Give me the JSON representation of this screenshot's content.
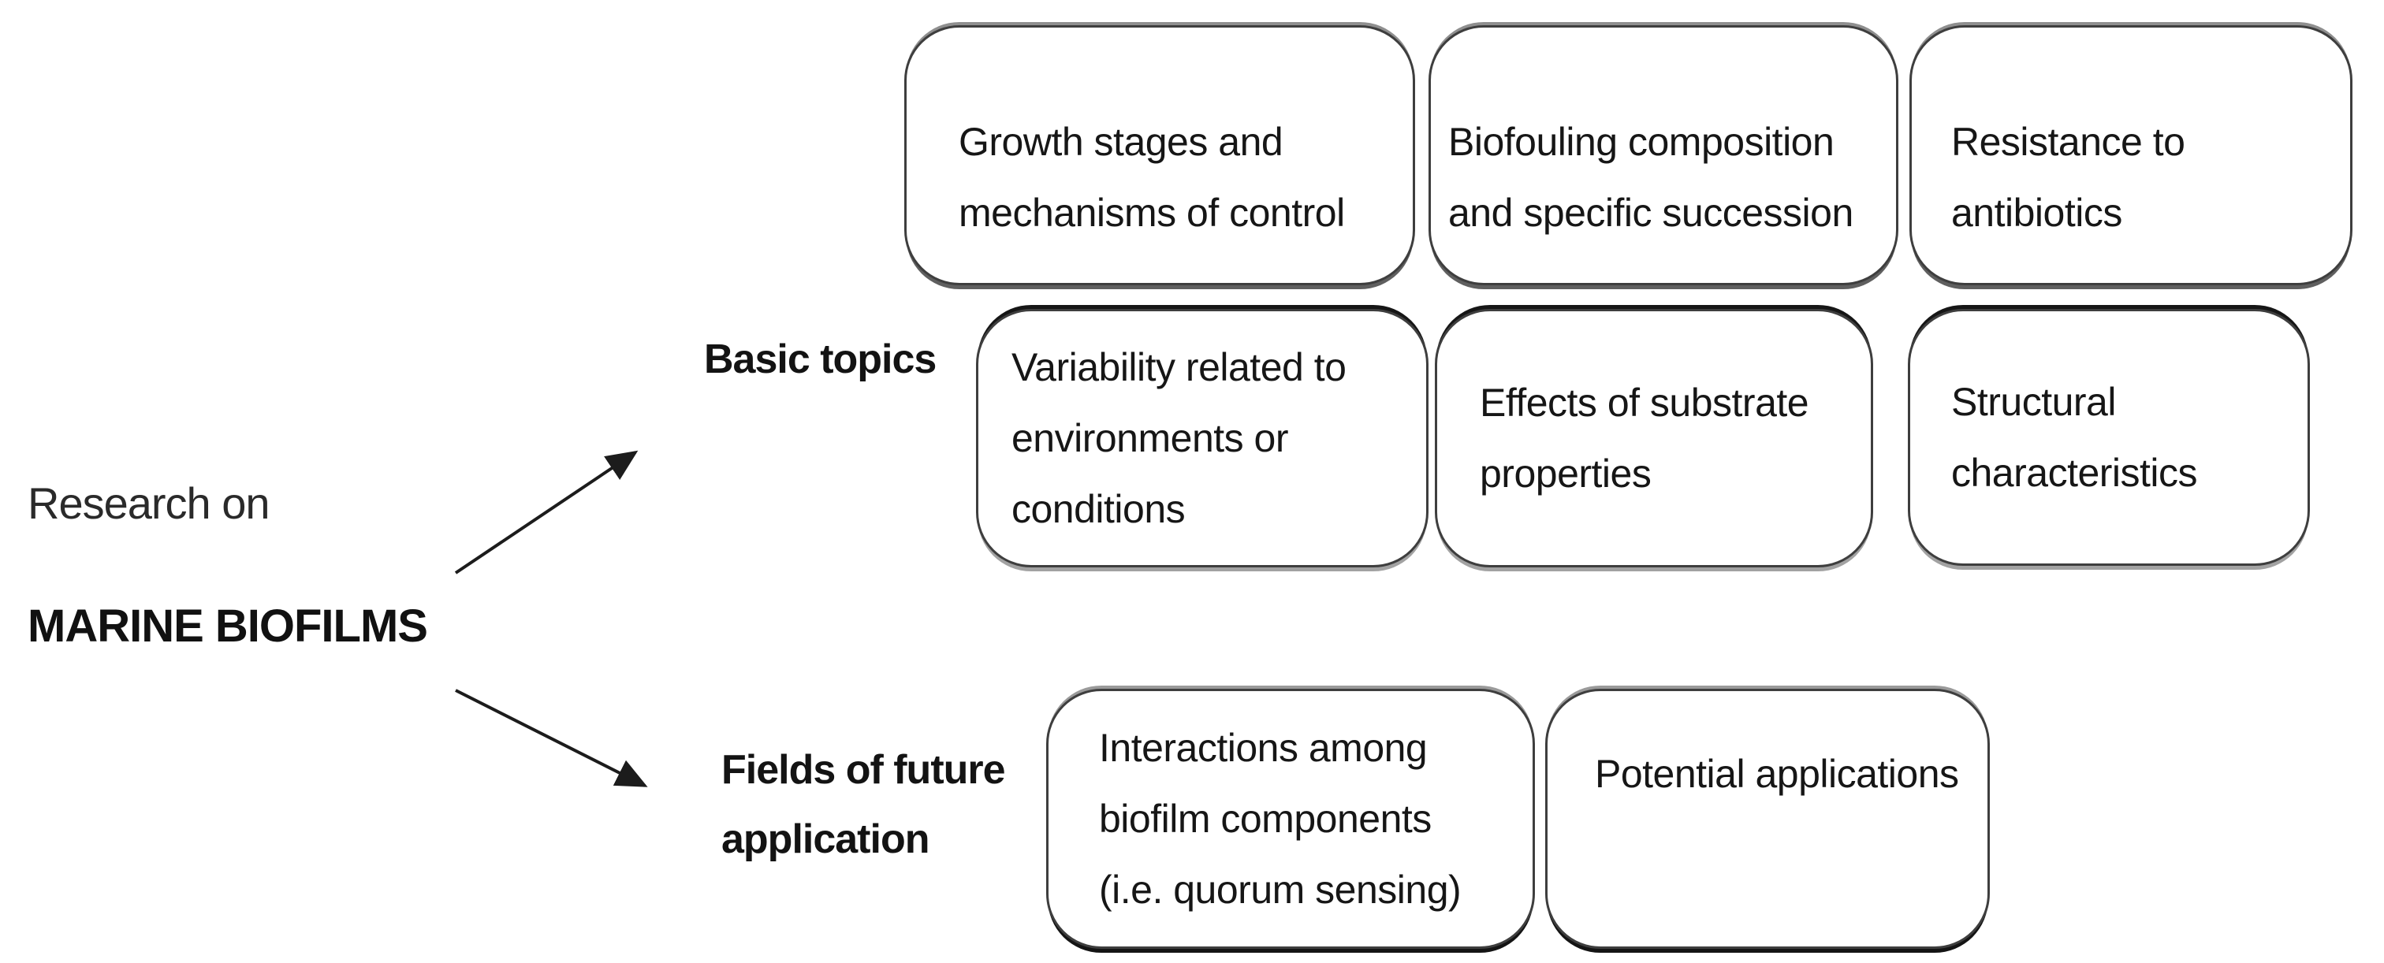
{
  "root": {
    "line1": "Research on",
    "line2": "MARINE BIOFILMS"
  },
  "branches": {
    "basic": {
      "label": "Basic topics",
      "boxes": [
        {
          "name": "growth-stages",
          "lines": [
            "Growth stages and",
            "mechanisms of control"
          ]
        },
        {
          "name": "biofouling",
          "lines": [
            "Biofouling composition",
            "and specific succession"
          ]
        },
        {
          "name": "resistance",
          "lines": [
            "Resistance to",
            "antibiotics"
          ]
        },
        {
          "name": "variability",
          "lines": [
            "Variability related to",
            "environments or",
            "conditions"
          ]
        },
        {
          "name": "substrate",
          "lines": [
            "Effects of substrate",
            "properties"
          ]
        },
        {
          "name": "structural",
          "lines": [
            "Structural",
            "characteristics"
          ]
        }
      ]
    },
    "future": {
      "label_lines": [
        "Fields of future",
        "application"
      ],
      "boxes": [
        {
          "name": "interactions",
          "lines": [
            "Interactions among",
            "biofilm components",
            "(i.e. quorum sensing)"
          ]
        },
        {
          "name": "potential",
          "lines": [
            "Potential applications"
          ]
        }
      ]
    }
  },
  "colors": {
    "background": "#ffffff",
    "text": "#161616",
    "box_border": "#3e3e3e",
    "shadow_gray": "#9a9a9a",
    "arrow": "#1c1c1c"
  }
}
